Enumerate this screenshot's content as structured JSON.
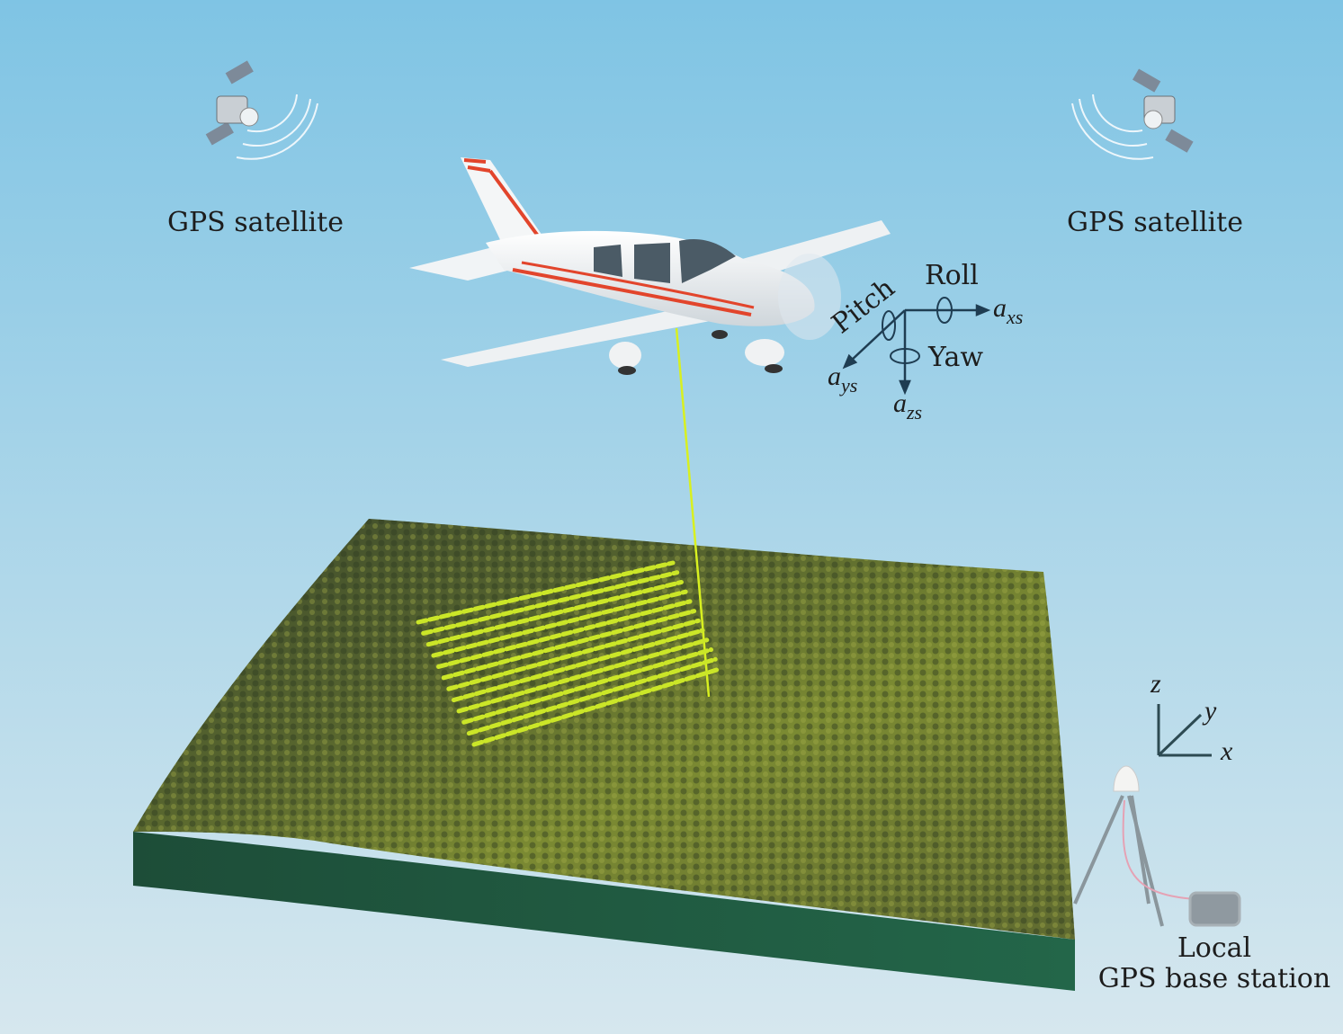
{
  "labels": {
    "satellite_left": "GPS satellite",
    "satellite_right": "GPS satellite",
    "roll": "Roll",
    "pitch": "Pitch",
    "yaw": "Yaw",
    "axis_x_sensor": {
      "base": "a",
      "sub": "xs"
    },
    "axis_y_sensor": {
      "base": "a",
      "sub": "ys"
    },
    "axis_z_sensor": {
      "base": "a",
      "sub": "zs"
    },
    "world_z": "z",
    "world_y": "y",
    "world_x": "x",
    "base_station_line1": "Local",
    "base_station_line2": "GPS base station"
  },
  "colors": {
    "sky_top": "#7fc4e4",
    "sky_bottom": "#d3e6ee",
    "terrain_side": "#1f5a43",
    "laser": "#d8f020",
    "plane_stripe": "#e2452c"
  }
}
